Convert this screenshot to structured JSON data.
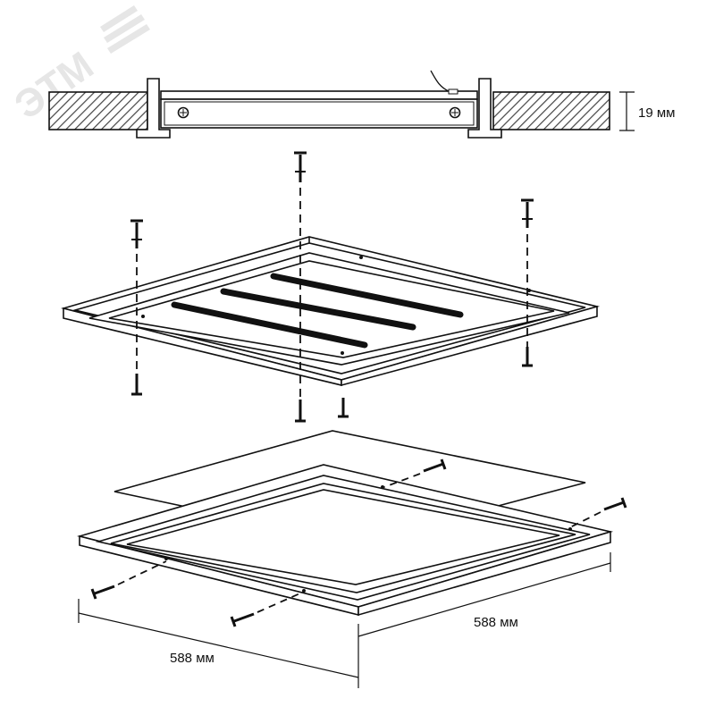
{
  "brand": {
    "logo_text": "ЭТМ",
    "watermark_color": "#e6e6e6"
  },
  "dimensions": {
    "thickness": "19 мм",
    "width": "588 мм",
    "depth": "588 мм"
  },
  "colors": {
    "line": "#111111",
    "hatch": "#444444",
    "background": "#ffffff"
  }
}
